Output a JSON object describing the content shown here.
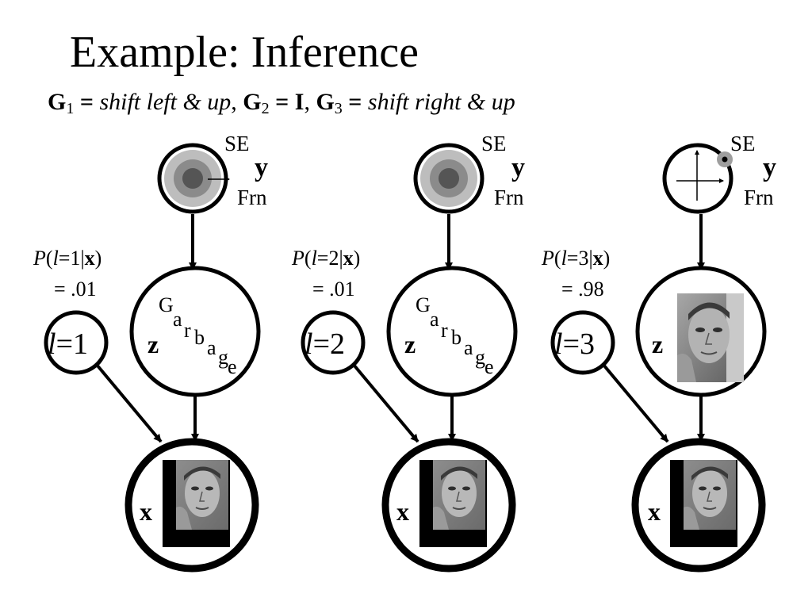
{
  "title": "Example: Inference",
  "subtitle": {
    "g1": "G",
    "g1_sub": "1",
    "eq1": " = ",
    "t1": "shift left & up",
    "sep1": ",  ",
    "g2": "G",
    "g2_sub": "2",
    "eq2": " = ",
    "t2": "I",
    "sep2": ",  ",
    "g3": "G",
    "g3_sub": "3",
    "eq3": " = ",
    "t3": "shift right & up"
  },
  "columns": [
    {
      "se": "SE",
      "y": "y",
      "frn": "Frn",
      "prob_label": {
        "p": "P",
        "paren": "(",
        "l": "l",
        "rest": "=1|",
        "x": "x",
        "close": ")"
      },
      "prob_value": "= .01",
      "l_node": {
        "l": "l",
        "eq": "=1"
      },
      "z": "z",
      "garbage": [
        "G",
        "a",
        "r",
        "b",
        "a",
        "g",
        "e"
      ],
      "x": "x"
    },
    {
      "se": "SE",
      "y": "y",
      "frn": "Frn",
      "prob_label": {
        "p": "P",
        "paren": "(",
        "l": "l",
        "rest": "=2|",
        "x": "x",
        "close": ")"
      },
      "prob_value": "= .01",
      "l_node": {
        "l": "l",
        "eq": "=2"
      },
      "z": "z",
      "garbage": [
        "G",
        "a",
        "r",
        "b",
        "a",
        "g",
        "e"
      ],
      "x": "x"
    },
    {
      "se": "SE",
      "y": "y",
      "frn": "Frn",
      "prob_label": {
        "p": "P",
        "paren": "(",
        "l": "l",
        "rest": "=3|",
        "x": "x",
        "close": ")"
      },
      "prob_value": "= .98",
      "l_node": {
        "l": "l",
        "eq": "=3"
      },
      "z": "z",
      "x": "x"
    }
  ]
}
